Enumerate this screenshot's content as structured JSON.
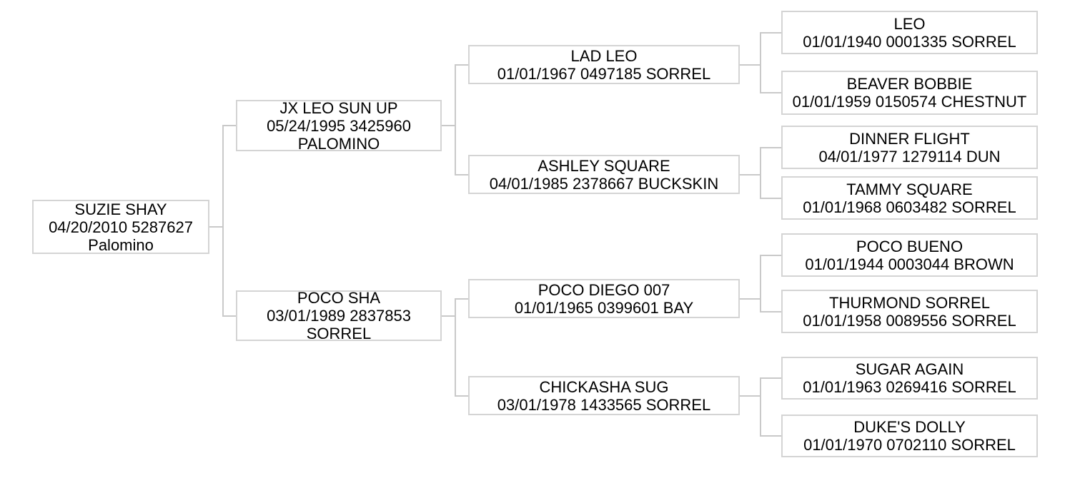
{
  "chart": {
    "kind": "horse-pedigree-tree",
    "generations": 4
  },
  "colors": {
    "background": "#ffffff",
    "box_border": "#d4d4d4",
    "connector": "#c9c9c9",
    "text": "#000000"
  },
  "nodes": [
    {
      "id": "subject",
      "lines": [
        "SUZIE SHAY",
        "04/20/2010 5287627",
        "Palomino"
      ]
    },
    {
      "id": "sire",
      "lines": [
        "JX LEO SUN UP",
        "05/24/1995 3425960",
        "PALOMINO"
      ]
    },
    {
      "id": "dam",
      "lines": [
        "POCO SHA",
        "03/01/1989 2837853",
        "SORREL"
      ]
    },
    {
      "id": "sire-sire",
      "lines": [
        "LAD LEO",
        "01/01/1967 0497185 SORREL"
      ]
    },
    {
      "id": "sire-dam",
      "lines": [
        "ASHLEY SQUARE",
        "04/01/1985 2378667 BUCKSKIN"
      ]
    },
    {
      "id": "dam-sire",
      "lines": [
        "POCO DIEGO 007",
        "01/01/1965 0399601 BAY"
      ]
    },
    {
      "id": "dam-dam",
      "lines": [
        "CHICKASHA SUG",
        "03/01/1978 1433565 SORREL"
      ]
    },
    {
      "id": "sire-sire-sire",
      "lines": [
        "LEO",
        "01/01/1940 0001335 SORREL"
      ]
    },
    {
      "id": "sire-sire-dam",
      "lines": [
        "BEAVER BOBBIE",
        "01/01/1959 0150574 CHESTNUT"
      ]
    },
    {
      "id": "sire-dam-sire",
      "lines": [
        "DINNER FLIGHT",
        "04/01/1977 1279114 DUN"
      ]
    },
    {
      "id": "sire-dam-dam",
      "lines": [
        "TAMMY SQUARE",
        "01/01/1968 0603482 SORREL"
      ]
    },
    {
      "id": "dam-sire-sire",
      "lines": [
        "POCO BUENO",
        "01/01/1944 0003044 BROWN"
      ]
    },
    {
      "id": "dam-sire-dam",
      "lines": [
        "THURMOND SORREL",
        "01/01/1958 0089556 SORREL"
      ]
    },
    {
      "id": "dam-dam-sire",
      "lines": [
        "SUGAR AGAIN",
        "01/01/1963 0269416 SORREL"
      ]
    },
    {
      "id": "dam-dam-dam",
      "lines": [
        "DUKE'S DOLLY",
        "01/01/1970 0702110 SORREL"
      ]
    }
  ],
  "relations": [
    {
      "child": "subject",
      "sire": "sire",
      "dam": "dam"
    },
    {
      "child": "sire",
      "sire": "sire-sire",
      "dam": "sire-dam"
    },
    {
      "child": "dam",
      "sire": "dam-sire",
      "dam": "dam-dam"
    },
    {
      "child": "sire-sire",
      "sire": "sire-sire-sire",
      "dam": "sire-sire-dam"
    },
    {
      "child": "sire-dam",
      "sire": "sire-dam-sire",
      "dam": "sire-dam-dam"
    },
    {
      "child": "dam-sire",
      "sire": "dam-sire-sire",
      "dam": "dam-sire-dam"
    },
    {
      "child": "dam-dam",
      "sire": "dam-dam-sire",
      "dam": "dam-dam-dam"
    }
  ]
}
